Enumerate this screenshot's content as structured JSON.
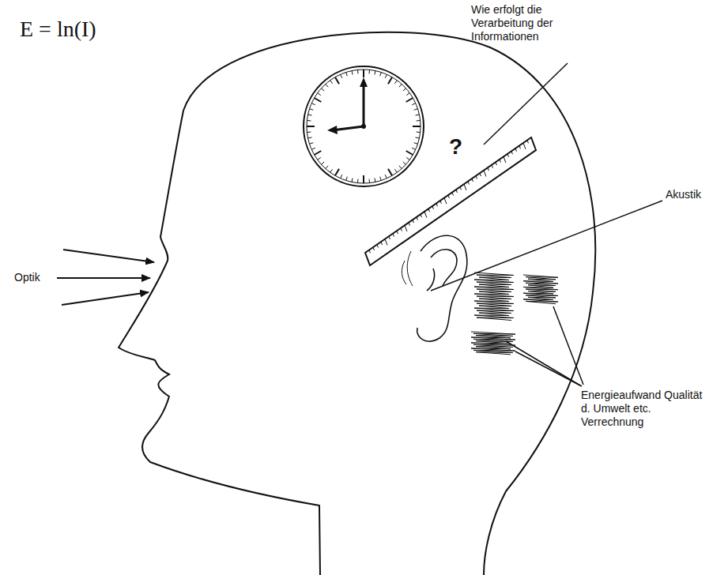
{
  "diagram": {
    "labels": [
      "E = ln(I)",
      "Wie erfolgt die Verarbeitung der Informationen",
      "?",
      "Akustik",
      "Optik",
      "Energieaufwand Qualität d. Umwelt etc. Verrechnung"
    ]
  }
}
